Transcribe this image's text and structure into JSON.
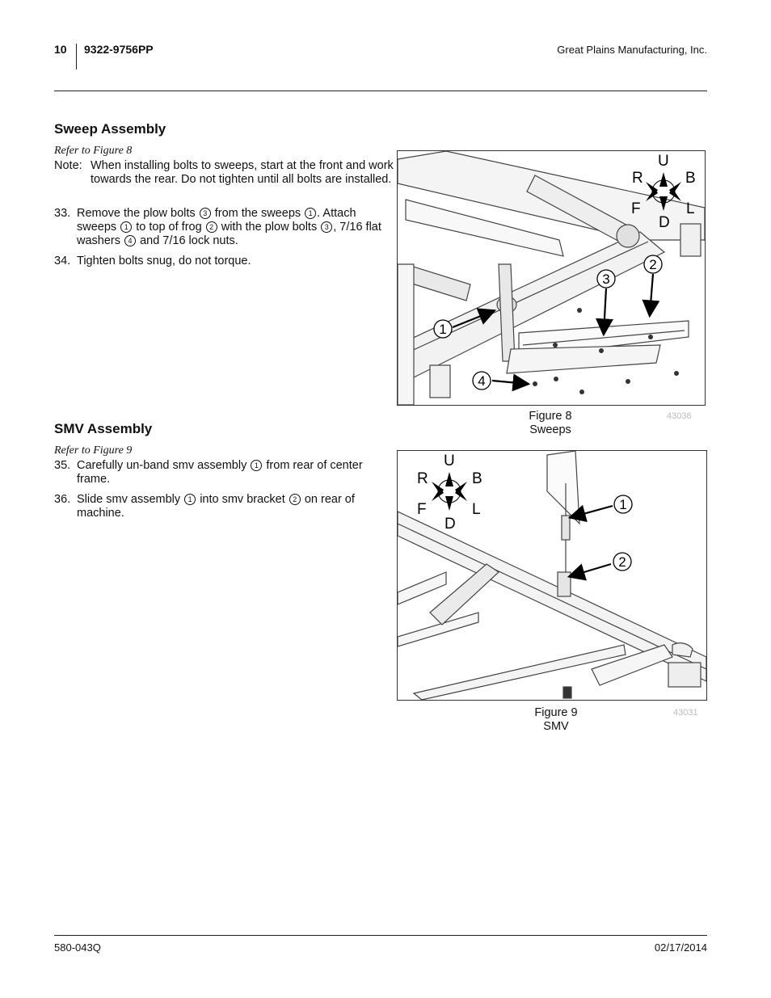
{
  "header": {
    "page_number": "10",
    "doc_number": "9322-9756PP",
    "company": "Great Plains Manufacturing, Inc."
  },
  "sweep": {
    "title": "Sweep Assembly",
    "refer": "Refer to Figure 8",
    "note_label": "Note:",
    "note_text": "When installing bolts to sweeps, start at the front and work towards the rear. Do not tighten until all bolts are installed.",
    "step33": {
      "num": "33.",
      "t1": "Remove the plow bolts",
      "t2": "from the sweeps",
      "t3": ". Attach sweeps",
      "t4": "to top of frog",
      "t5": "with the plow bolts",
      "t6": ", 7/16 flat washers",
      "t7": "and 7/16 lock nuts."
    },
    "step34": {
      "num": "34.",
      "text": "Tighten bolts snug, do not torque."
    }
  },
  "smv": {
    "title": "SMV Assembly",
    "refer": "Refer to Figure 9",
    "step35": {
      "num": "35.",
      "t1": "Carefully un-band smv assembly",
      "t2": "from rear of center frame."
    },
    "step36": {
      "num": "36.",
      "t1": "Slide smv assembly",
      "t2": "into smv bracket",
      "t3": "on rear of machine."
    }
  },
  "callout_numbers": {
    "one": "1",
    "two": "2",
    "three": "3",
    "four": "4"
  },
  "compass": {
    "up": "U",
    "down": "D",
    "right": "R",
    "back": "B",
    "front": "F",
    "left": "L"
  },
  "figure8": {
    "caption_line1": "Figure 8",
    "caption_line2": "Sweeps",
    "id": "43036"
  },
  "figure9": {
    "caption_line1": "Figure 9",
    "caption_line2": "SMV",
    "id": "43031"
  },
  "footer": {
    "left": "580-043Q",
    "right": "02/17/2014"
  }
}
